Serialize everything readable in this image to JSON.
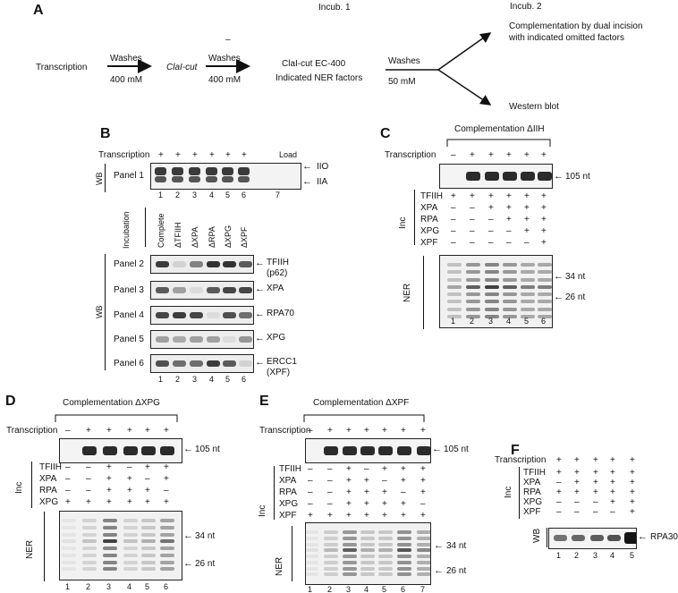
{
  "panel_letters": [
    "A",
    "B",
    "C",
    "D",
    "E",
    "F"
  ],
  "panelA": {
    "incub1": "Incub. 1",
    "incub2": "Incub. 2",
    "transcription": "Transcription",
    "washes1": "Washes",
    "conc1": "400 mM",
    "cla_cut": "ClaI-cut",
    "dash": "–",
    "washes2": "Washes",
    "conc2": "400 mM",
    "ec400": "ClaI-cut EC-400",
    "ner_factors": "Indicated NER factors",
    "washes3": "Washes",
    "conc3": "50 mM",
    "complementation_line1": "Complementation by dual incision",
    "complementation_line2": "with indicated omitted factors",
    "western": "Western blot"
  },
  "panelB": {
    "transcription": "Transcription",
    "plus": [
      "+",
      "+",
      "+",
      "+",
      "+",
      "+"
    ],
    "load": "Load",
    "wb": "WB",
    "panel1": "Panel 1",
    "iio": "IIO",
    "iia": "IIA",
    "lanes": [
      "1",
      "2",
      "3",
      "4",
      "5",
      "6",
      "7"
    ],
    "incubation": "Incubation",
    "conditions": [
      "Complete",
      "ΔTFIIH",
      "ΔXPA",
      "ΔRPA",
      "ΔXPG",
      "ΔXPF"
    ],
    "panels": [
      {
        "name": "Panel 2",
        "target": "TFIIH",
        "target2": "(p62)"
      },
      {
        "name": "Panel 3",
        "target": "XPA",
        "target2": ""
      },
      {
        "name": "Panel 4",
        "target": "RPA70",
        "target2": ""
      },
      {
        "name": "Panel 5",
        "target": "XPG",
        "target2": ""
      },
      {
        "name": "Panel 6",
        "target": "ERCC1",
        "target2": "(XPF)"
      }
    ],
    "lanes6": [
      "1",
      "2",
      "3",
      "4",
      "5",
      "6"
    ]
  },
  "panelC": {
    "title": "Complementation ΔIIH",
    "transcription": "Transcription",
    "trans_signs": [
      "–",
      "+",
      "+",
      "+",
      "+",
      "+"
    ],
    "nt105": "105 nt",
    "inc": "Inc",
    "rows": [
      {
        "label": "TFIIH",
        "signs": [
          "+",
          "+",
          "+",
          "+",
          "+",
          "+"
        ]
      },
      {
        "label": "XPA",
        "signs": [
          "–",
          "–",
          "+",
          "+",
          "+",
          "+"
        ]
      },
      {
        "label": "RPA",
        "signs": [
          "–",
          "–",
          "–",
          "+",
          "+",
          "+"
        ]
      },
      {
        "label": "XPG",
        "signs": [
          "–",
          "–",
          "–",
          "–",
          "+",
          "+"
        ]
      },
      {
        "label": "XPF",
        "signs": [
          "–",
          "–",
          "–",
          "–",
          "–",
          "+"
        ]
      }
    ],
    "ner": "NER",
    "nt34": "34 nt",
    "nt26": "26 nt",
    "lanes": [
      "1",
      "2",
      "3",
      "4",
      "5",
      "6"
    ]
  },
  "panelD": {
    "title": "Complementation ΔXPG",
    "transcription": "Transcription",
    "trans_signs": [
      "–",
      "+",
      "+",
      "+",
      "+",
      "+"
    ],
    "nt105": "105 nt",
    "inc": "Inc",
    "rows": [
      {
        "label": "TFIIH",
        "signs": [
          "–",
          "–",
          "+",
          "–",
          "+",
          "+"
        ]
      },
      {
        "label": "XPA",
        "signs": [
          "–",
          "–",
          "+",
          "+",
          "–",
          "+"
        ]
      },
      {
        "label": "RPA",
        "signs": [
          "–",
          "–",
          "+",
          "+",
          "+",
          "–"
        ]
      },
      {
        "label": "XPG",
        "signs": [
          "+",
          "+",
          "+",
          "+",
          "+",
          "+"
        ]
      }
    ],
    "ner": "NER",
    "nt34": "34 nt",
    "nt26": "26 nt",
    "lanes": [
      "1",
      "2",
      "3",
      "4",
      "5",
      "6"
    ]
  },
  "panelE": {
    "title": "Complementation ΔXPF",
    "transcription": "Transcription",
    "trans_signs": [
      "–",
      "+",
      "+",
      "+",
      "+",
      "+",
      "+"
    ],
    "nt105": "105 nt",
    "inc": "Inc",
    "rows": [
      {
        "label": "TFIIH",
        "signs": [
          "–",
          "–",
          "+",
          "–",
          "+",
          "+",
          "+"
        ]
      },
      {
        "label": "XPA",
        "signs": [
          "–",
          "–",
          "+",
          "+",
          "–",
          "+",
          "+"
        ]
      },
      {
        "label": "RPA",
        "signs": [
          "–",
          "–",
          "+",
          "+",
          "+",
          "–",
          "+"
        ]
      },
      {
        "label": "XPG",
        "signs": [
          "–",
          "–",
          "+",
          "+",
          "+",
          "+",
          "–"
        ]
      },
      {
        "label": "XPF",
        "signs": [
          "+",
          "+",
          "+",
          "+",
          "+",
          "+",
          "+"
        ]
      }
    ],
    "ner": "NER",
    "nt34": "34 nt",
    "nt26": "26 nt",
    "lanes": [
      "1",
      "2",
      "3",
      "4",
      "5",
      "6",
      "7"
    ]
  },
  "panelF": {
    "transcription": "Transcription",
    "trans_signs": [
      "+",
      "+",
      "+",
      "+",
      "+"
    ],
    "inc": "Inc",
    "rows": [
      {
        "label": "TFIIH",
        "signs": [
          "+",
          "+",
          "+",
          "+",
          "+"
        ]
      },
      {
        "label": "XPA",
        "signs": [
          "–",
          "+",
          "+",
          "+",
          "+"
        ]
      },
      {
        "label": "RPA",
        "signs": [
          "+",
          "+",
          "+",
          "+",
          "+"
        ]
      },
      {
        "label": "XPG",
        "signs": [
          "–",
          "–",
          "–",
          "+",
          "+"
        ]
      },
      {
        "label": "XPF",
        "signs": [
          "–",
          "–",
          "–",
          "–",
          "+"
        ]
      }
    ],
    "wb": "WB",
    "rpa30": "RPA30",
    "lanes": [
      "1",
      "2",
      "3",
      "4",
      "5"
    ]
  }
}
